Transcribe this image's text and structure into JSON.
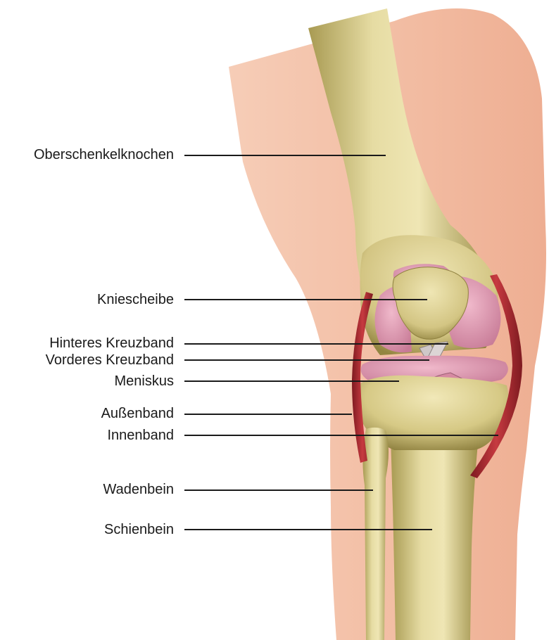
{
  "labels": [
    {
      "id": "femur",
      "text": "Oberschenkelknochen"
    },
    {
      "id": "patella",
      "text": "Kniescheibe"
    },
    {
      "id": "pcl",
      "text": "Hinteres Kreuzband"
    },
    {
      "id": "acl",
      "text": "Vorderes Kreuzband"
    },
    {
      "id": "meniscus",
      "text": "Meniskus"
    },
    {
      "id": "lcl",
      "text": "Außenband"
    },
    {
      "id": "mcl",
      "text": "Innenband"
    },
    {
      "id": "fibula",
      "text": "Wadenbein"
    },
    {
      "id": "tibia",
      "text": "Schienbein"
    }
  ],
  "colors": {
    "skin": "#f3bfa6",
    "bone": "#d9cf8f",
    "bone_dark": "#a89a52",
    "cartilage": "#d98fa8",
    "ligament": "#a8242c",
    "line": "#1a1a1a"
  }
}
